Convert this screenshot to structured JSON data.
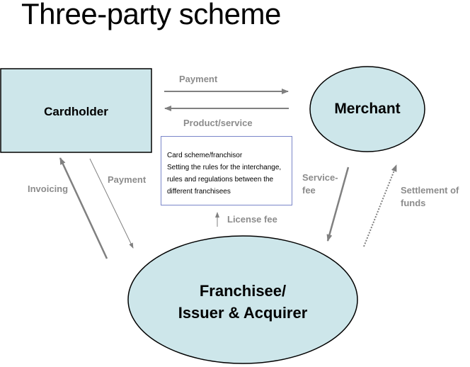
{
  "title": "Three-party scheme",
  "nodes": {
    "cardholder": "Cardholder",
    "merchant": "Merchant",
    "franchisee_line1": "Franchisee/",
    "franchisee_line2": "Issuer & Acquirer"
  },
  "info_box": {
    "line1": "Card scheme/franchisor",
    "line2": "Setting the rules for the interchange,",
    "line3": "rules and regulations between the",
    "line4": "different franchisees"
  },
  "edges": {
    "payment_top": "Payment",
    "product_service": "Product/service",
    "invoicing": "Invoicing",
    "payment_left": "Payment",
    "license_fee": "License fee",
    "service_fee_line1": "Service-",
    "service_fee_line2": "fee",
    "settlement_line1": "Settlement of",
    "settlement_line2": "funds"
  },
  "colors": {
    "node_fill": "#cde6ea",
    "node_stroke": "#000000",
    "arrow": "#808080",
    "box_border": "#7a86c9"
  }
}
